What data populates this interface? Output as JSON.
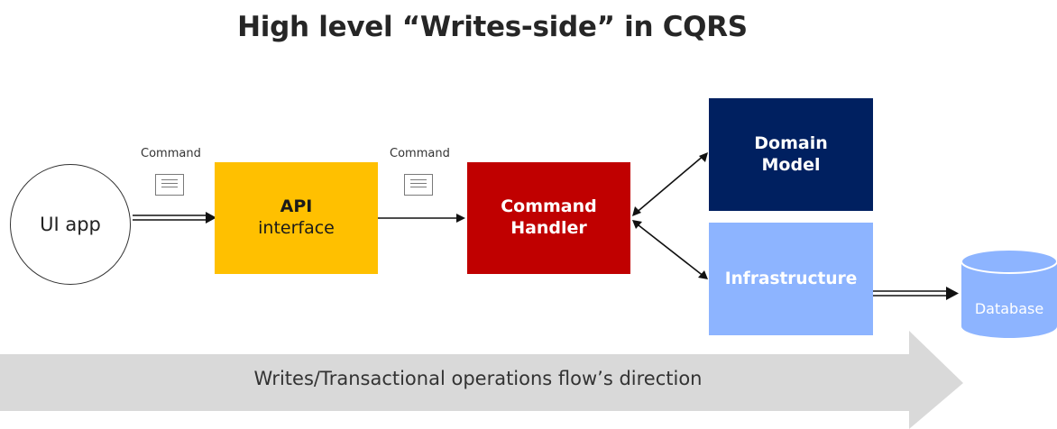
{
  "title": "High level “Writes-side” in CQRS",
  "nodes": {
    "ui_app": "UI app",
    "api_title": "API",
    "api_subtitle": "interface",
    "command_handler_line1": "Command",
    "command_handler_line2": "Handler",
    "domain_model_line1": "Domain",
    "domain_model_line2": "Model",
    "infrastructure": "Infrastructure",
    "database": "Database"
  },
  "messages": {
    "command_1": "Command",
    "command_2": "Command"
  },
  "flow_direction": "Writes/Transactional operations flow’s direction",
  "colors": {
    "api": "#ffc000",
    "command_handler": "#c00000",
    "domain_model": "#002060",
    "infrastructure": "#8db4ff",
    "database": "#8db4ff",
    "flow_arrow": "#d9d9d9"
  }
}
